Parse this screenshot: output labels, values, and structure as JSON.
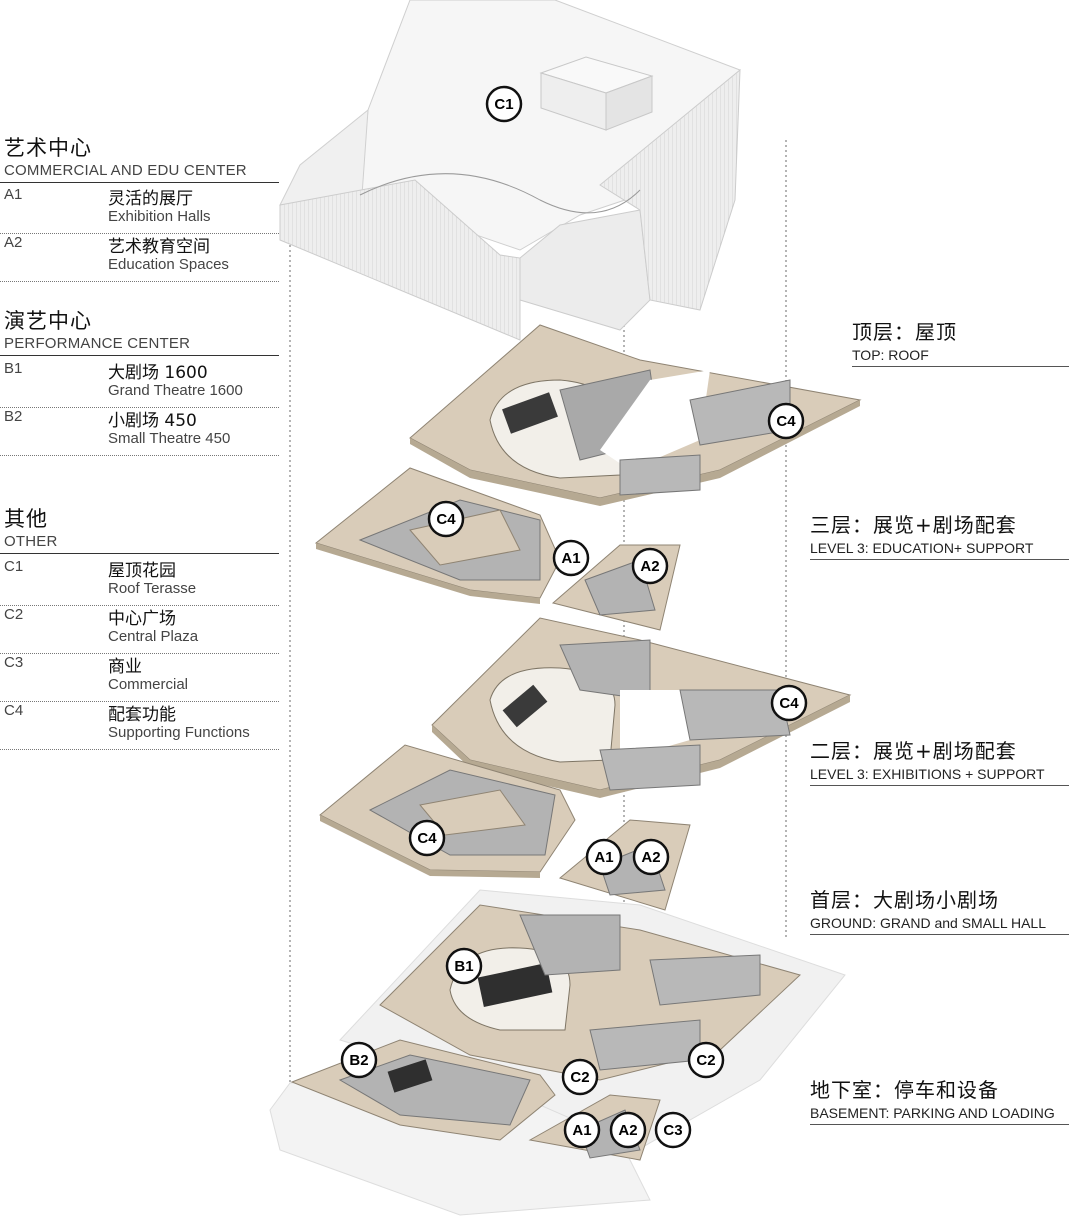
{
  "legend": {
    "sections": [
      {
        "title_zh": "艺术中心",
        "title_en": "COMMERCIAL AND EDU CENTER",
        "items": [
          {
            "code": "A1",
            "zh": "灵活的展厅",
            "en": "Exhibition Halls"
          },
          {
            "code": "A2",
            "zh": "艺术教育空间",
            "en": "Education Spaces"
          }
        ]
      },
      {
        "title_zh": "演艺中心",
        "title_en": "PERFORMANCE CENTER",
        "items": [
          {
            "code": "B1",
            "zh": "大剧场 1600",
            "en": "Grand Theatre 1600"
          },
          {
            "code": "B2",
            "zh": "小剧场 450",
            "en": "Small Theatre 450"
          }
        ]
      },
      {
        "title_zh": "其他",
        "title_en": "OTHER",
        "items": [
          {
            "code": "C1",
            "zh": "屋顶花园",
            "en": "Roof Terasse"
          },
          {
            "code": "C2",
            "zh": "中心广场",
            "en": "Central Plaza"
          },
          {
            "code": "C3",
            "zh": "商业",
            "en": "Commercial"
          },
          {
            "code": "C4",
            "zh": "配套功能",
            "en": "Supporting Functions"
          }
        ]
      }
    ]
  },
  "levels": [
    {
      "zh": "顶层：屋顶",
      "en": "TOP: ROOF"
    },
    {
      "zh": "三层：展览+剧场配套",
      "en": "LEVEL 3: EDUCATION+ SUPPORT"
    },
    {
      "zh": "二层：展览+剧场配套",
      "en": "LEVEL 3: EXHIBITIONS + SUPPORT"
    },
    {
      "zh": "首层：大剧场小剧场",
      "en": "GROUND: GRAND and SMALL HALL"
    },
    {
      "zh": "地下室：停车和设备",
      "en": "BASEMENT: PARKING AND LOADING"
    }
  ],
  "tags": [
    {
      "label": "C1"
    },
    {
      "label": "C4"
    },
    {
      "label": "C4"
    },
    {
      "label": "A1"
    },
    {
      "label": "A2"
    },
    {
      "label": "C4"
    },
    {
      "label": "C4"
    },
    {
      "label": "A1"
    },
    {
      "label": "A2"
    },
    {
      "label": "B1"
    },
    {
      "label": "B2"
    },
    {
      "label": "C2"
    },
    {
      "label": "C2"
    },
    {
      "label": "A1"
    },
    {
      "label": "A2"
    },
    {
      "label": "C3"
    }
  ],
  "colors": {
    "slab": "#d8cbb8",
    "wall": "#bdbdbd",
    "roof": "#f4f4f4",
    "ink": "#111111"
  }
}
